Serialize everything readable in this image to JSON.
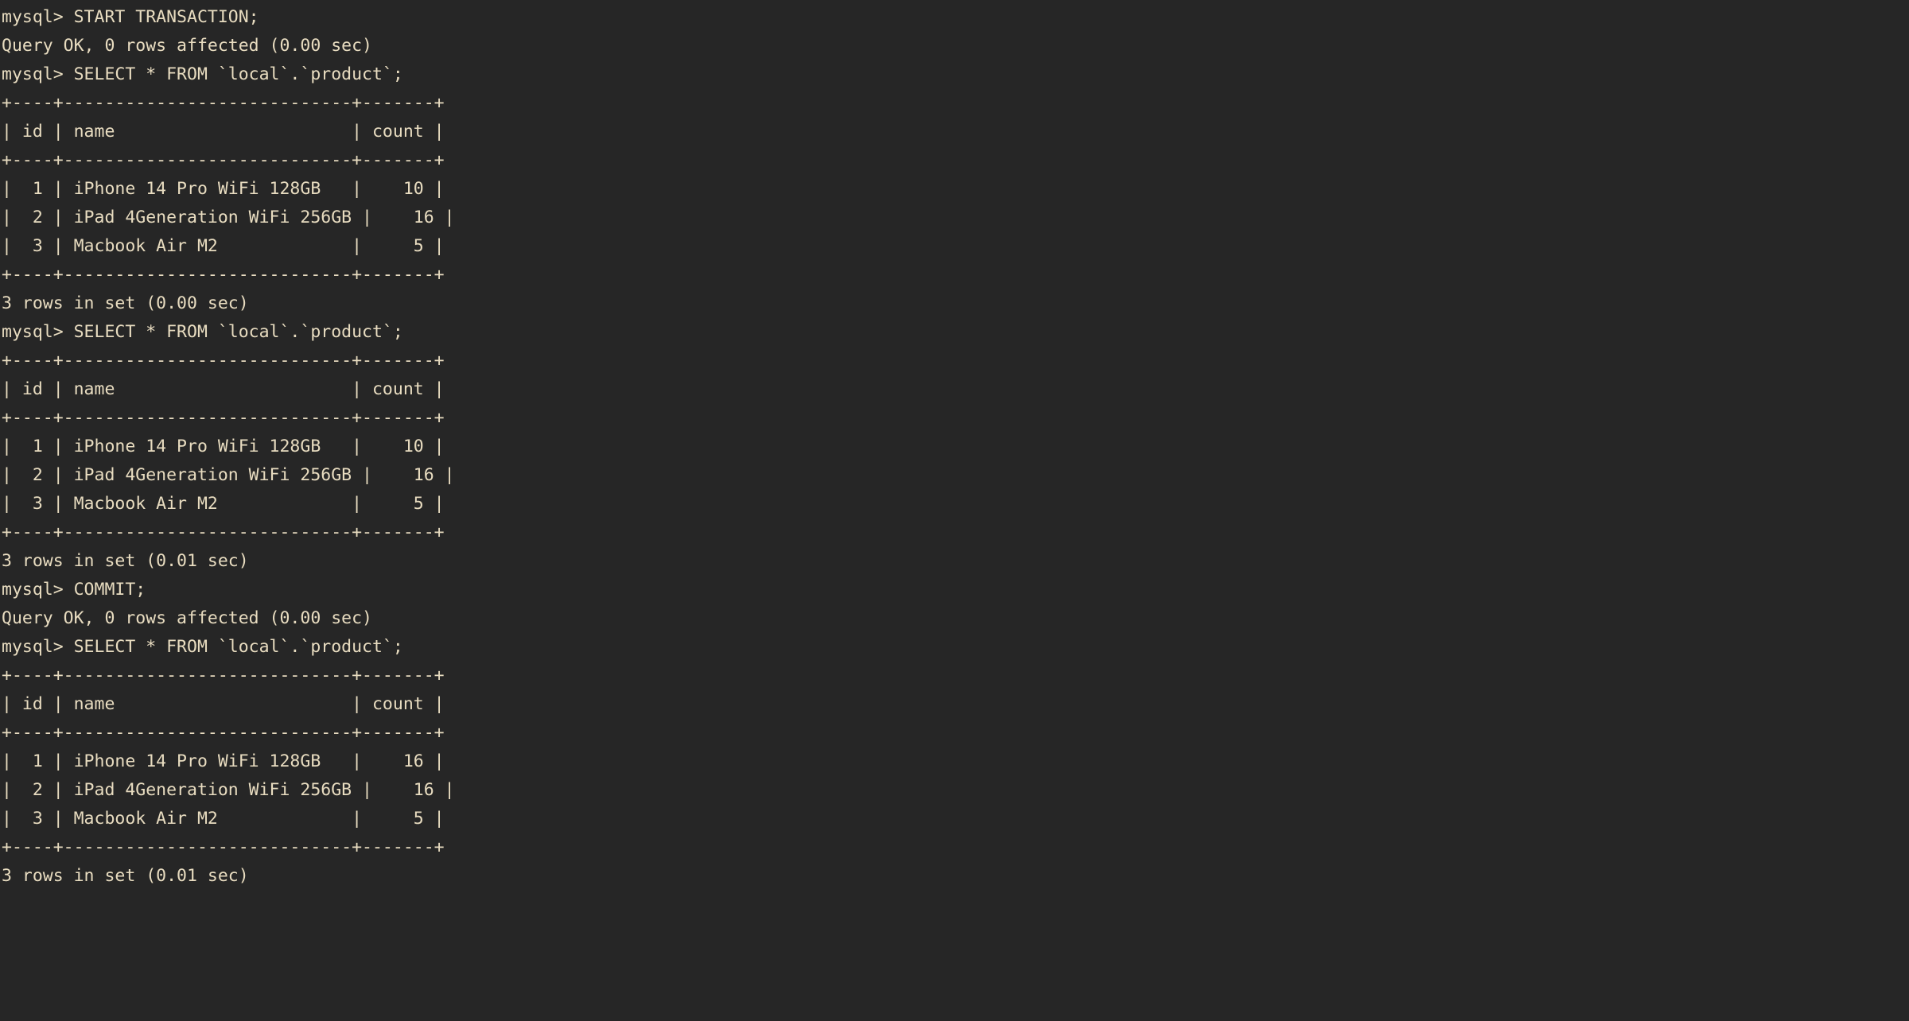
{
  "terminal": {
    "app": "mysql-cli",
    "prompt": "mysql> ",
    "colors": {
      "background": "#262626",
      "foreground": "#e8dcc0"
    },
    "table_columns": [
      "id",
      "name",
      "count"
    ],
    "table_border": "+----+----------------------------+-------+",
    "header_row": "| id | name                       | count |",
    "blocks": [
      {
        "id": "block-start-transaction",
        "command": "mysql> START TRANSACTION;",
        "result_status": "Query OK, 0 rows affected (0.00 sec)",
        "text": "mysql> START TRANSACTION;\nQuery OK, 0 rows affected (0.00 sec)\n"
      },
      {
        "id": "block-select-1",
        "command": "mysql> SELECT * FROM `local`.`product`;",
        "rows": [
          {
            "id": "1",
            "name": "iPhone 14 Pro WiFi 128GB",
            "count": "10"
          },
          {
            "id": "2",
            "name": "iPad 4Generation WiFi 256GB",
            "count": "16"
          },
          {
            "id": "3",
            "name": "Macbook Air M2",
            "count": "5"
          }
        ],
        "result_status": "3 rows in set (0.00 sec)",
        "text": "mysql> SELECT * FROM `local`.`product`;\n+----+----------------------------+-------+\n| id | name                       | count |\n+----+----------------------------+-------+\n|  1 | iPhone 14 Pro WiFi 128GB   |    10 |\n|  2 | iPad 4Generation WiFi 256GB |    16 |\n|  3 | Macbook Air M2             |     5 |\n+----+----------------------------+-------+\n3 rows in set (0.00 sec)\n"
      },
      {
        "id": "block-select-2",
        "command": "mysql> SELECT * FROM `local`.`product`;",
        "rows": [
          {
            "id": "1",
            "name": "iPhone 14 Pro WiFi 128GB",
            "count": "10"
          },
          {
            "id": "2",
            "name": "iPad 4Generation WiFi 256GB",
            "count": "16"
          },
          {
            "id": "3",
            "name": "Macbook Air M2",
            "count": "5"
          }
        ],
        "result_status": "3 rows in set (0.01 sec)",
        "text": "mysql> SELECT * FROM `local`.`product`;\n+----+----------------------------+-------+\n| id | name                       | count |\n+----+----------------------------+-------+\n|  1 | iPhone 14 Pro WiFi 128GB   |    10 |\n|  2 | iPad 4Generation WiFi 256GB |    16 |\n|  3 | Macbook Air M2             |     5 |\n+----+----------------------------+-------+\n3 rows in set (0.01 sec)\n"
      },
      {
        "id": "block-commit",
        "command": "mysql> COMMIT;",
        "result_status": "Query OK, 0 rows affected (0.00 sec)",
        "text": "mysql> COMMIT;\nQuery OK, 0 rows affected (0.00 sec)\n"
      },
      {
        "id": "block-select-3",
        "command": "mysql> SELECT * FROM `local`.`product`;",
        "rows": [
          {
            "id": "1",
            "name": "iPhone 14 Pro WiFi 128GB",
            "count": "16"
          },
          {
            "id": "2",
            "name": "iPad 4Generation WiFi 256GB",
            "count": "16"
          },
          {
            "id": "3",
            "name": "Macbook Air M2",
            "count": "5"
          }
        ],
        "result_status": "3 rows in set (0.01 sec)",
        "text": "mysql> SELECT * FROM `local`.`product`;\n+----+----------------------------+-------+\n| id | name                       | count |\n+----+----------------------------+-------+\n|  1 | iPhone 14 Pro WiFi 128GB   |    16 |\n|  2 | iPad 4Generation WiFi 256GB |    16 |\n|  3 | Macbook Air M2             |     5 |\n+----+----------------------------+-------+\n3 rows in set (0.01 sec)\n"
      }
    ]
  }
}
